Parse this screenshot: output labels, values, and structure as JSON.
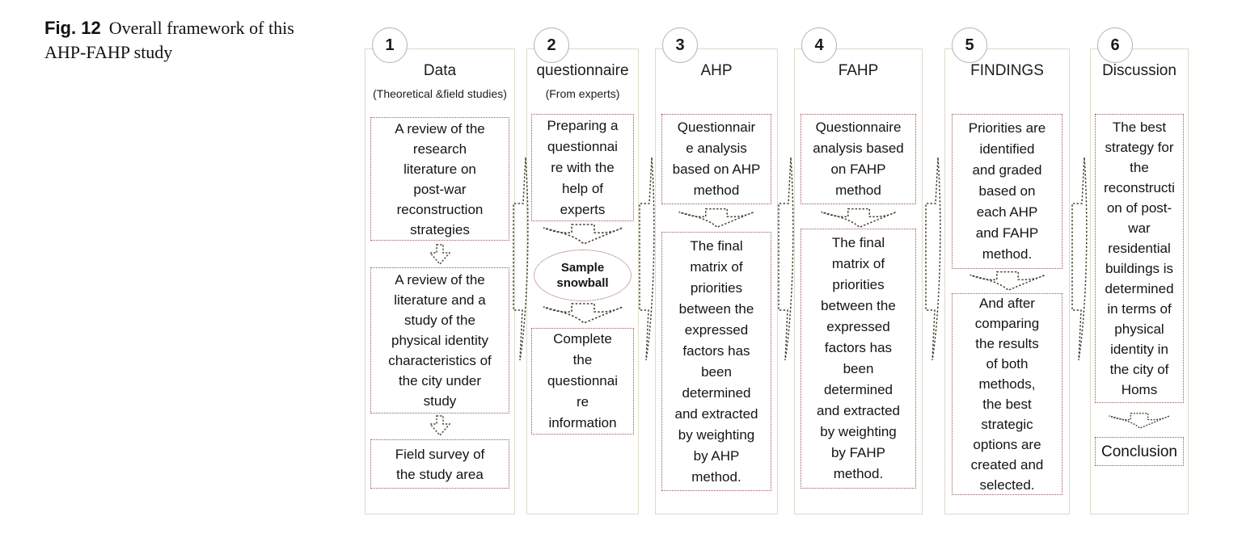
{
  "figure": {
    "label": "Fig. 12",
    "caption": "Overall framework of this AHP-FAHP study"
  },
  "columns": [
    {
      "number": "1",
      "title": "Data",
      "subtitle": "(Theoretical &field studies)",
      "boxes": [
        "A review of the\nresearch\nliterature on\npost-war\nreconstruction\nstrategies",
        "A review of the\nliterature and a\nstudy of the\nphysical identity\ncharacteristics of\nthe city under\nstudy",
        "Field survey of\nthe study area"
      ]
    },
    {
      "number": "2",
      "title": "questionnaire",
      "subtitle": "(From experts)",
      "ellipse": "Sample\nsnowball",
      "boxes": [
        "Preparing a\nquestionnai\nre with the\nhelp of\nexperts",
        "Complete\nthe\nquestionnai\nre\ninformation"
      ]
    },
    {
      "number": "3",
      "title": "AHP",
      "boxes": [
        "Questionnair\ne analysis\nbased on AHP\nmethod",
        "The final\nmatrix of\npriorities\nbetween the\nexpressed\nfactors has\nbeen\ndetermined\nand extracted\nby weighting\nby AHP\nmethod."
      ]
    },
    {
      "number": "4",
      "title": "FAHP",
      "boxes": [
        "Questionnaire\nanalysis based\non FAHP\nmethod",
        "The final\nmatrix of\npriorities\nbetween the\nexpressed\nfactors has\nbeen\ndetermined\nand extracted\nby weighting\nby FAHP\nmethod."
      ]
    },
    {
      "number": "5",
      "title": "FINDINGS",
      "boxes": [
        "Priorities are\nidentified\nand graded\nbased on\neach AHP\nand FAHP\nmethod.",
        "And after\ncomparing\nthe results\nof both\nmethods,\nthe best\nstrategic\noptions are\ncreated and\nselected."
      ]
    },
    {
      "number": "6",
      "title": "Discussion",
      "boxes": [
        "The best\nstrategy for\nthe\nreconstructi\non of post-\nwar\nresidential\nbuildings is\ndetermined\nin terms of\nphysical\nidentity in\nthe city of\nHoms",
        "Conclusion"
      ]
    }
  ],
  "colors": {
    "box_border": "#96585a",
    "column_border": "#dcdbcb",
    "arrow": "#45412f",
    "text": "#141414"
  }
}
